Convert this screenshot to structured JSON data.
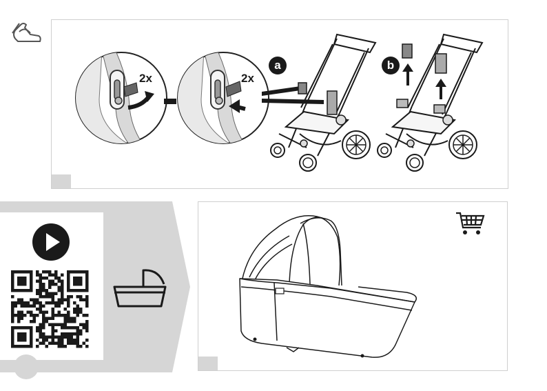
{
  "step_one": {
    "repeat_label_1": "2x",
    "repeat_label_2": "2x",
    "variant_a": "a",
    "variant_b": "b"
  },
  "icons": {
    "car_seat": "car-seat-icon",
    "play": "play-icon",
    "qr": "qr-code",
    "carrycot": "carrycot-icon",
    "cart": "shopping-cart-icon"
  },
  "colors": {
    "sidebar_gray": "#d6d6d6",
    "ink": "#1a1a1a"
  }
}
